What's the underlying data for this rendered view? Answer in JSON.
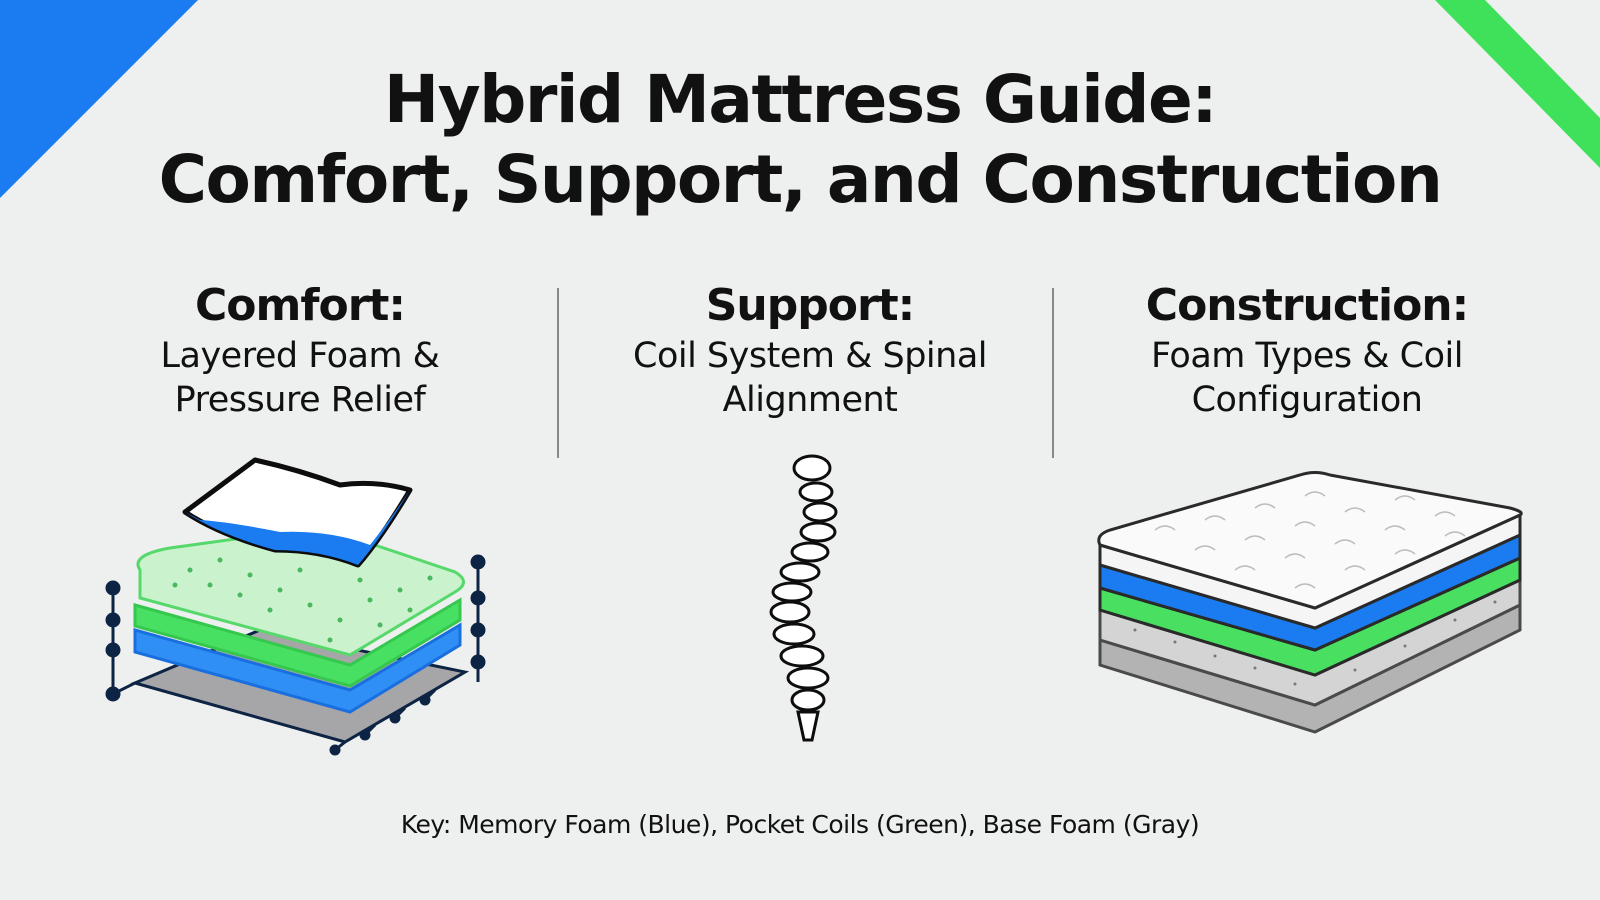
{
  "title": {
    "line1": "Hybrid Mattress Guide:",
    "line2": "Comfort, Support, and Construction"
  },
  "sections": [
    {
      "heading": "Comfort:",
      "line1": "Layered Foam &",
      "line2": "Pressure Relief",
      "icon": "layered-foam-pillow-icon"
    },
    {
      "heading": "Support:",
      "line1": "Coil System & Spinal",
      "line2": "Alignment",
      "icon": "spine-icon"
    },
    {
      "heading": "Construction:",
      "line1": "Foam Types & Coil",
      "line2": "Configuration",
      "icon": "mattress-layers-icon"
    }
  ],
  "key": "Key: Memory Foam (Blue), Pocket Coils (Green), Base Foam (Gray)",
  "colors": {
    "blue": "#1a7cf0",
    "green": "#3fe05a",
    "gray": "#a9a9a9",
    "text": "#111111"
  }
}
